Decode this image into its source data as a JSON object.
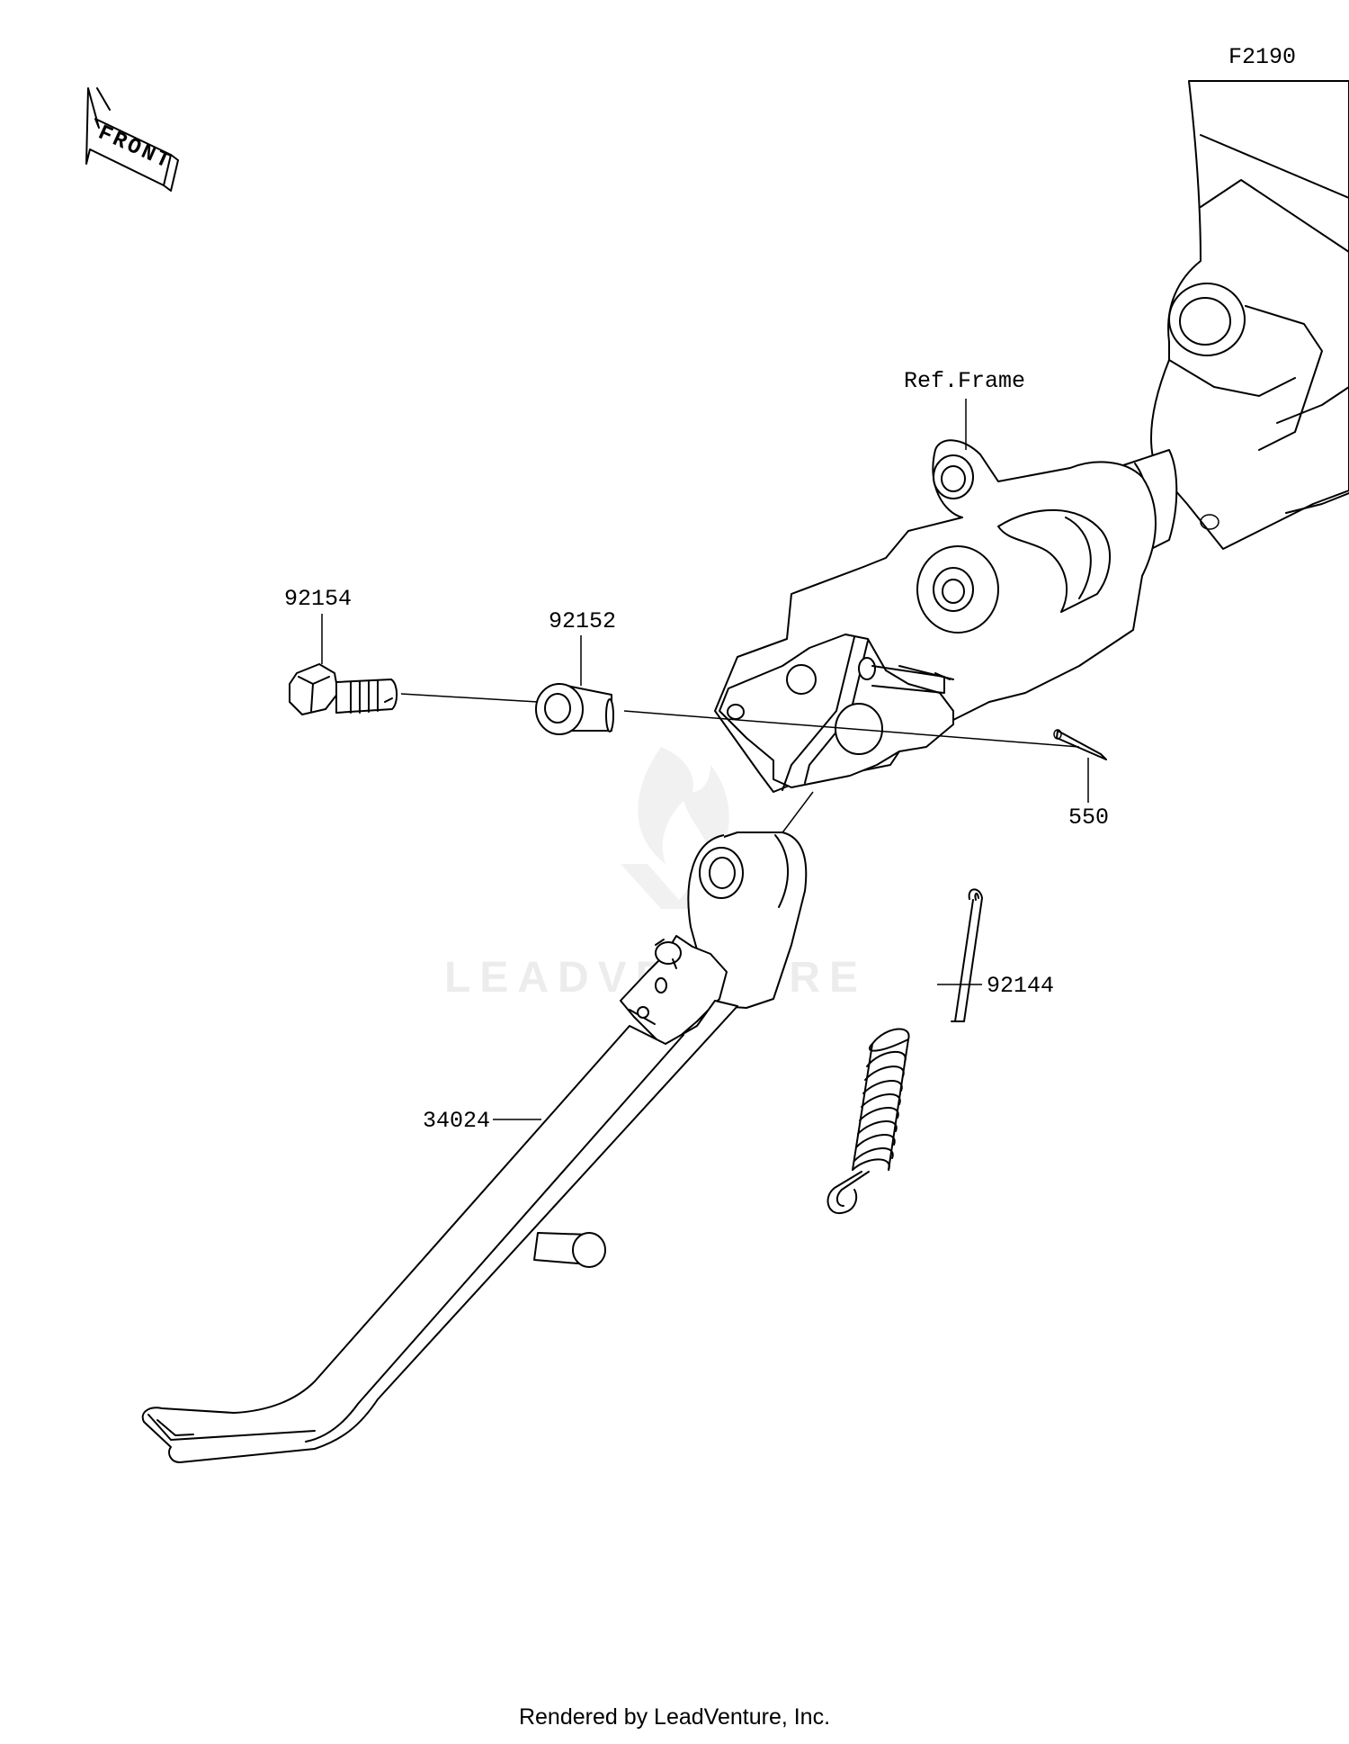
{
  "diagram": {
    "code": "F2190",
    "front_label": "FRONT",
    "watermark": "LEADVENTURE",
    "parts": [
      {
        "number": "92154"
      },
      {
        "number": "92152"
      },
      {
        "number": "550"
      },
      {
        "number": "92144"
      },
      {
        "number": "34024"
      }
    ],
    "reference": "Ref.Frame"
  },
  "footer": "Rendered by LeadVenture, Inc."
}
